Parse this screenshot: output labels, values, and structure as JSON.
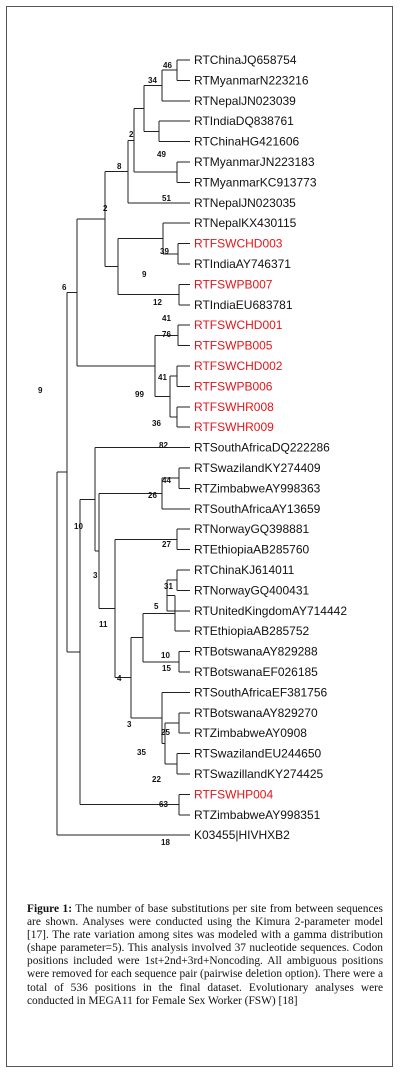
{
  "leaves": [
    {
      "label": "RTChinaJQ658754",
      "red": false
    },
    {
      "label": "RTMyanmarN223216",
      "red": false
    },
    {
      "label": "RTNepalJN023039",
      "red": false
    },
    {
      "label": "RTIndiaDQ838761",
      "red": false
    },
    {
      "label": "RTChinaHG421606",
      "red": false
    },
    {
      "label": "RTMyanmarJN223183",
      "red": false
    },
    {
      "label": "RTMyanmarKC913773",
      "red": false
    },
    {
      "label": "RTNepalJN023035",
      "red": false
    },
    {
      "label": "RTNepalKX430115",
      "red": false
    },
    {
      "label": "RTFSWCHD003",
      "red": true
    },
    {
      "label": "RTIndiaAY746371",
      "red": false
    },
    {
      "label": "RTFSWPB007",
      "red": true
    },
    {
      "label": "RTIndiaEU683781",
      "red": false
    },
    {
      "label": "RTFSWCHD001",
      "red": true
    },
    {
      "label": "RTFSWPB005",
      "red": true
    },
    {
      "label": "RTFSWCHD002",
      "red": true
    },
    {
      "label": "RTFSWPB006",
      "red": true
    },
    {
      "label": "RTFSWHR008",
      "red": true
    },
    {
      "label": "RTFSWHR009",
      "red": true
    },
    {
      "label": "RTSouthAfricaDQ222286",
      "red": false
    },
    {
      "label": "RTSwazilandKY274409",
      "red": false
    },
    {
      "label": "RTZimbabweAY998363",
      "red": false
    },
    {
      "label": "RTSouthAfricaAY13659",
      "red": false
    },
    {
      "label": "RTNorwayGQ398881",
      "red": false
    },
    {
      "label": "RTEthiopiaAB285760",
      "red": false
    },
    {
      "label": "RTChinaKJ614011",
      "red": false
    },
    {
      "label": "RTNorwayGQ400431",
      "red": false
    },
    {
      "label": "RTUnitedKingdomAY714442",
      "red": false
    },
    {
      "label": "RTEthiopiaAB285752",
      "red": false
    },
    {
      "label": "RTBotswanaAY829288",
      "red": false
    },
    {
      "label": "RTBotswanaEF026185",
      "red": false
    },
    {
      "label": "RTSouthAfricaEF381756",
      "red": false
    },
    {
      "label": "RTBotswanaAY829270",
      "red": false
    },
    {
      "label": "RTZimbabweAY0908",
      "red": false
    },
    {
      "label": "RTSwazilandEU244650",
      "red": false
    },
    {
      "label": "RTSwazillandKY274425",
      "red": false
    },
    {
      "label": "RTFSWHP004",
      "red": true
    },
    {
      "label": "RTZimbabweAY998351",
      "red": false
    },
    {
      "label": "K03455|HIVHXB2",
      "red": false
    }
  ],
  "bootstrap_values": [
    "46",
    "34",
    "10",
    "2",
    "49",
    "8",
    "51",
    "2",
    "39",
    "9",
    "12",
    "41",
    "76",
    "41",
    "99",
    "36",
    "82",
    "6",
    "9",
    "44",
    "26",
    "10",
    "27",
    "3",
    "31",
    "5",
    "11",
    "10",
    "15",
    "4",
    "25",
    "3",
    "35",
    "22",
    "63",
    "18"
  ],
  "caption": {
    "label": "Figure 1:",
    "text": "The number of base substitutions per site from between sequences are shown. Analyses were conducted using the Kimura 2-parameter model [17]. The rate variation among sites was modeled with a gamma distribution (shape parameter=5). This analysis involved 37 nucleotide sequences. Codon positions included were 1st+2nd+3rd+Noncoding. All ambiguous positions were removed for each sequence pair (pairwise deletion option). There were a total of 536 positions in the final dataset. Evolutionary analyses were conducted in MEGA11 for Female Sex Worker (FSW) [18]"
  },
  "colors": {
    "highlight": "#e0161b",
    "text": "#111111"
  }
}
